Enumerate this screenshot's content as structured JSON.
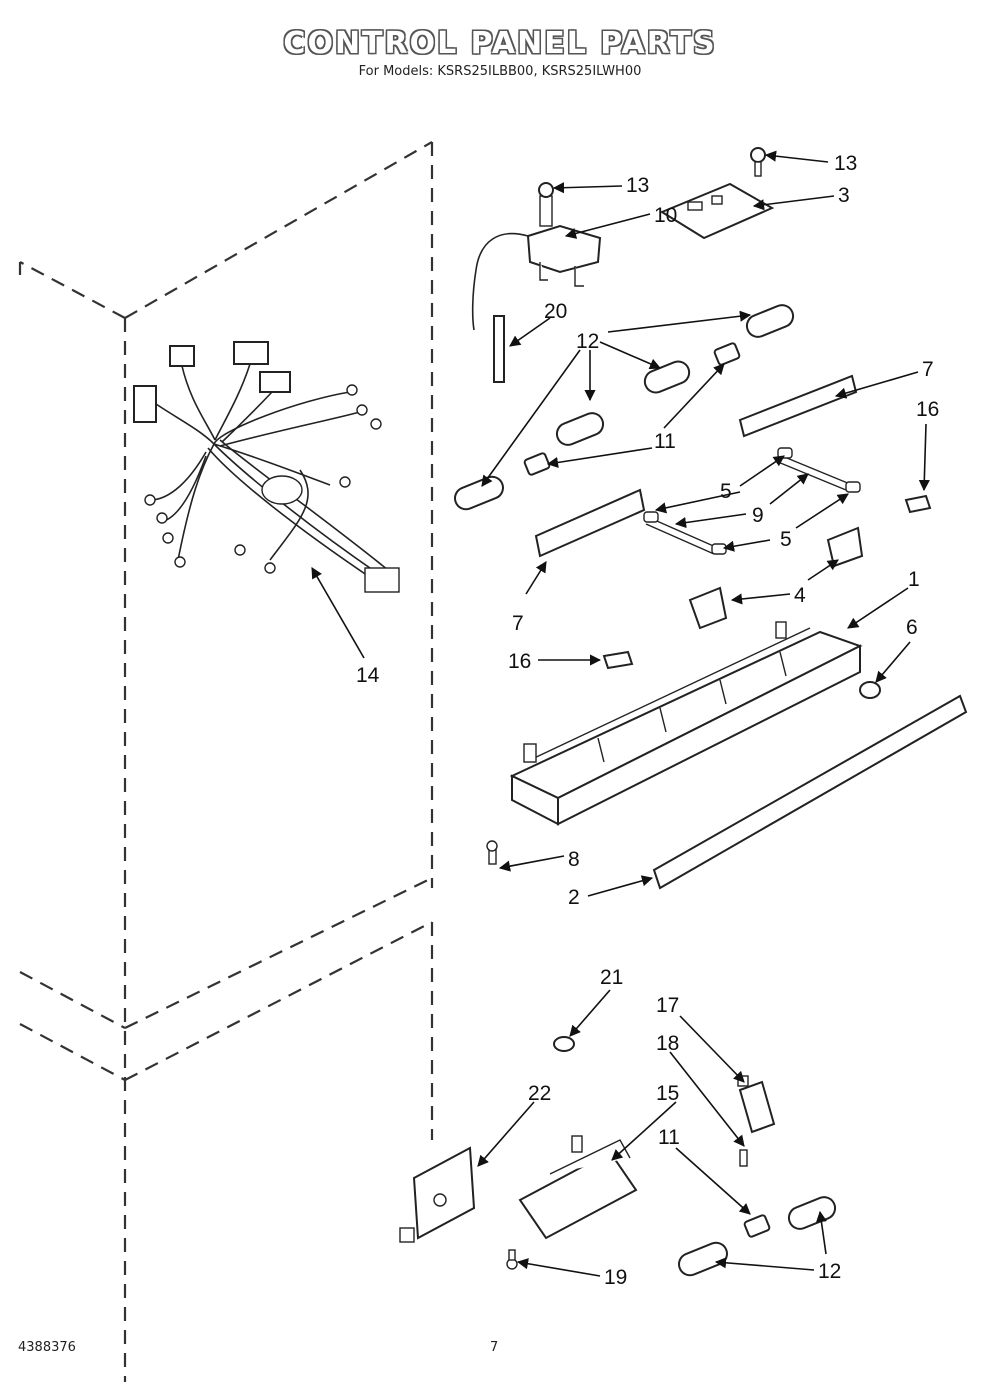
{
  "header": {
    "title": "CONTROL PANEL PARTS",
    "subtitle": "For Models: KSRS25ILBB00, KSRS25ILWH00"
  },
  "footer": {
    "doc_number": "4388376",
    "page_number": "7"
  },
  "callouts": [
    {
      "id": "c13a",
      "label": "13"
    },
    {
      "id": "c10",
      "label": "10"
    },
    {
      "id": "c13b",
      "label": "13"
    },
    {
      "id": "c3",
      "label": "3"
    },
    {
      "id": "c20",
      "label": "20"
    },
    {
      "id": "c12a",
      "label": "12"
    },
    {
      "id": "c7a",
      "label": "7"
    },
    {
      "id": "c16a",
      "label": "16"
    },
    {
      "id": "c11a",
      "label": "11"
    },
    {
      "id": "c5a",
      "label": "5"
    },
    {
      "id": "c9",
      "label": "9"
    },
    {
      "id": "c5b",
      "label": "5"
    },
    {
      "id": "c4",
      "label": "4"
    },
    {
      "id": "c1",
      "label": "1"
    },
    {
      "id": "c7b",
      "label": "7"
    },
    {
      "id": "c16b",
      "label": "16"
    },
    {
      "id": "c6",
      "label": "6"
    },
    {
      "id": "c14",
      "label": "14"
    },
    {
      "id": "c8",
      "label": "8"
    },
    {
      "id": "c2",
      "label": "2"
    },
    {
      "id": "c21",
      "label": "21"
    },
    {
      "id": "c17",
      "label": "17"
    },
    {
      "id": "c18",
      "label": "18"
    },
    {
      "id": "c22",
      "label": "22"
    },
    {
      "id": "c15",
      "label": "15"
    },
    {
      "id": "c11b",
      "label": "11"
    },
    {
      "id": "c19",
      "label": "19"
    },
    {
      "id": "c12b",
      "label": "12"
    }
  ]
}
